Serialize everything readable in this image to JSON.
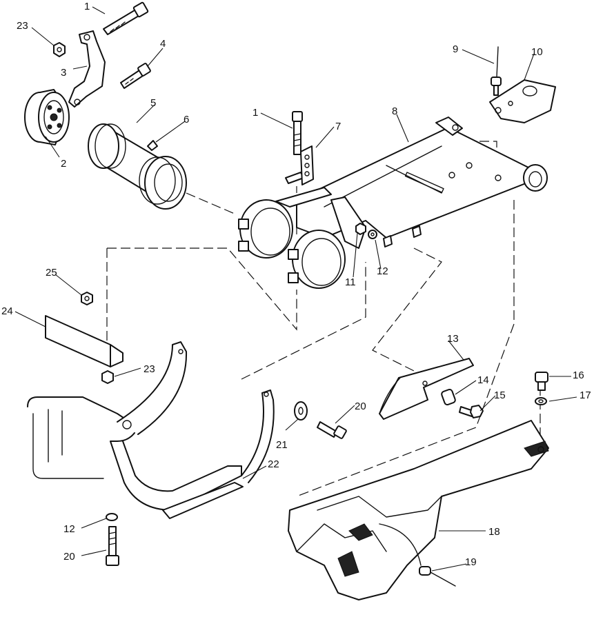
{
  "callouts": {
    "c1a": "1",
    "c23a": "23",
    "c3": "3",
    "c4": "4",
    "c2": "2",
    "c5": "5",
    "c6": "6",
    "c1b": "1",
    "c7": "7",
    "c8": "8",
    "c9": "9",
    "c10": "10",
    "c11": "11",
    "c12a": "12",
    "c25": "25",
    "c24": "24",
    "c23b": "23",
    "c13": "13",
    "c14": "14",
    "c15": "15",
    "c16": "16",
    "c17": "17",
    "c20a": "20",
    "c21": "21",
    "c22": "22",
    "c12b": "12",
    "c20b": "20",
    "c18": "18",
    "c19": "19"
  },
  "colors": {
    "line": "#111111",
    "background": "#ffffff"
  }
}
